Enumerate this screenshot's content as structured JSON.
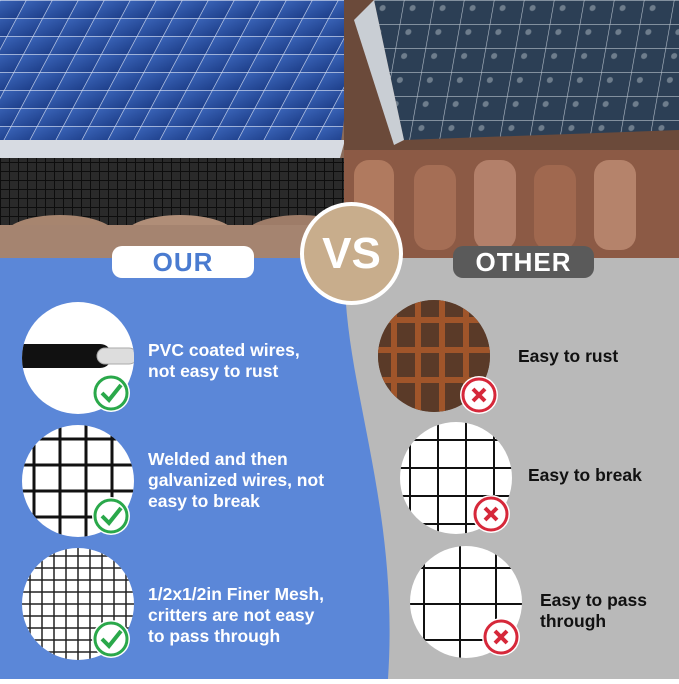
{
  "labels": {
    "ours": "OUR",
    "vs": "VS",
    "other": "OTHER"
  },
  "ours_features": [
    {
      "text_line1": "PVC coated wires,",
      "text_line2": "not easy to rust",
      "text_line3": "",
      "icon": "check-icon"
    },
    {
      "text_line1": "Welded and then",
      "text_line2": "galvanized wires, not",
      "text_line3": "easy to break",
      "icon": "check-icon"
    },
    {
      "text_line1": "1/2x1/2in Finer Mesh,",
      "text_line2": "critters are not easy",
      "text_line3": "to pass through",
      "icon": "check-icon"
    }
  ],
  "other_features": [
    {
      "text_line1": "Easy to rust",
      "text_line2": "",
      "icon": "cross-icon"
    },
    {
      "text_line1": "Easy to break",
      "text_line2": "",
      "icon": "cross-icon"
    },
    {
      "text_line1": "Easy to pass",
      "text_line2": "through",
      "icon": "cross-icon"
    }
  ],
  "colors": {
    "our_panel": "#5b87d8",
    "other_panel": "#b9b9b9",
    "vs_circle": "#c8ad8c",
    "check": "#2aa84a",
    "cross": "#d6283a"
  }
}
